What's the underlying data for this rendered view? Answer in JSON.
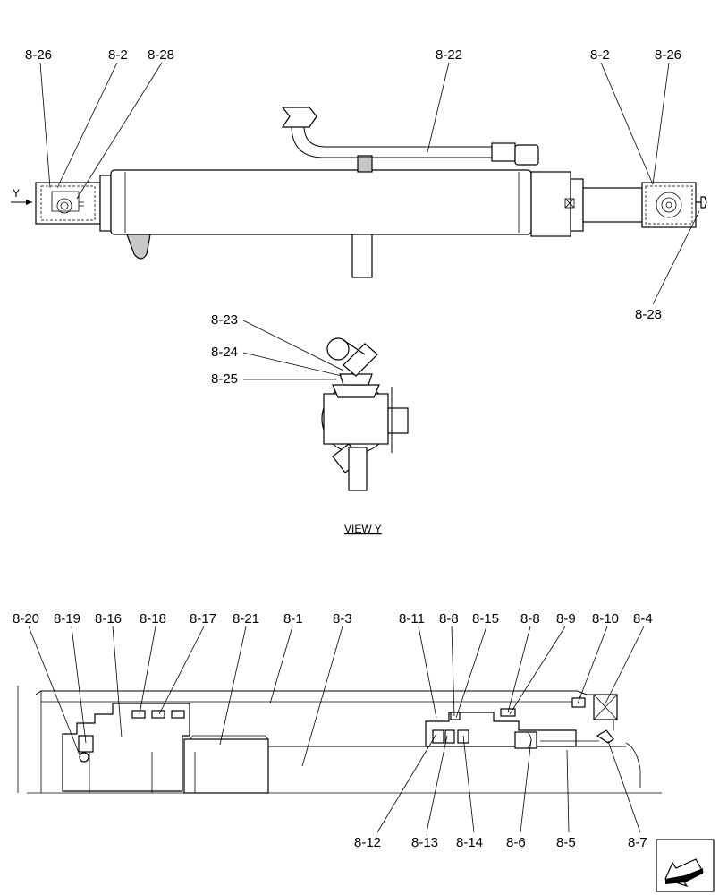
{
  "labels": {
    "top_left_826": "8-26",
    "top_left_82": "8-2",
    "top_left_828": "8-28",
    "top_822": "8-22",
    "top_right_82": "8-2",
    "top_right_826": "8-26",
    "right_828": "8-28",
    "arrow_y": "Y",
    "v_823": "8-23",
    "v_824": "8-24",
    "v_825": "8-25",
    "view_title": "VIEW  Y",
    "b_820": "8-20",
    "b_819": "8-19",
    "b_816": "8-16",
    "b_818": "8-18",
    "b_817": "8-17",
    "b_821": "8-21",
    "b_81": "8-1",
    "b_83": "8-3",
    "b_811": "8-11",
    "b_88a": "8-8",
    "b_815": "8-15",
    "b_88b": "8-8",
    "b_89": "8-9",
    "b_810": "8-10",
    "b_84": "8-4",
    "b_812": "8-12",
    "b_813": "8-13",
    "b_814": "8-14",
    "b_86": "8-6",
    "b_85": "8-5",
    "b_87": "8-7"
  },
  "icons": {
    "nav": "next-page-arrow-icon"
  }
}
